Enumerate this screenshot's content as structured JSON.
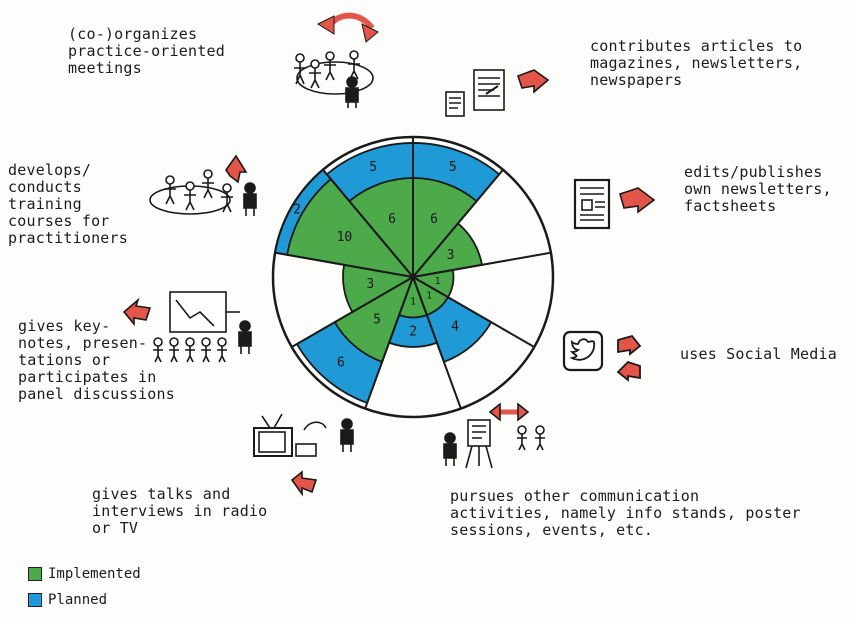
{
  "colors": {
    "implemented": "#4caa4a",
    "planned": "#1f9ad6",
    "arrow": "#e25548",
    "ink": "#1a1a1a",
    "paper": "#fdfdfb"
  },
  "chart_data": {
    "type": "polar-area",
    "max_value": 12,
    "sectors": [
      {
        "activity": "edits/publishes own newsletters, factsheets",
        "implemented": 6,
        "planned": 5
      },
      {
        "activity": "uses Social Media",
        "implemented": 3,
        "planned": null
      },
      {
        "activity": "pursues other communication activities, namely info stands, poster sessions, events, etc.",
        "implemented": 1,
        "planned": null
      },
      {
        "activity": "gives talks and interviews in radio or TV",
        "implemented": 1,
        "planned": 4
      },
      {
        "activity": "gives keynotes, presentations or participates in panel discussions",
        "implemented": 1,
        "planned": 2
      },
      {
        "activity": "gives keynotes, presentations or participates in panel discussions",
        "implemented": 5,
        "planned": 6
      },
      {
        "activity": "develops/conducts training courses for practitioners",
        "implemented": 3,
        "planned": null
      },
      {
        "activity": "(co-)organizes practice-oriented meetings",
        "implemented": 10,
        "planned": 2
      },
      {
        "activity": "contributes articles to magazines, newsletters, newspapers",
        "implemented": 6,
        "planned": 5
      }
    ]
  },
  "annotations": {
    "meetings": "(co-)organizes\npractice-oriented\nmeetings",
    "articles": "contributes articles to\nmagazines, newsletters,\nnewspapers",
    "newsletters": "edits/publishes\nown newsletters,\nfactsheets",
    "training": "develops/\nconducts\ntraining\ncourses for\npractitioners",
    "keynotes": "gives key-\nnotes, presen-\ntations or\nparticipates in\npanel discussions",
    "social": "uses Social Media",
    "radio": "gives talks and\ninterviews in radio\nor TV",
    "other": "pursues other communication\nactivities, namely info stands, poster\nsessions, events, etc."
  },
  "legend": {
    "implemented": "Implemented",
    "planned": "Planned"
  },
  "icons": {
    "meetings": "people-group-icon",
    "articles": "documents-icon",
    "newsletters": "newsletter-icon",
    "training": "training-group-icon",
    "keynotes": "presentation-icon",
    "social": "twitter-bird-icon",
    "radio": "television-icon",
    "other": "poster-stand-icon"
  }
}
